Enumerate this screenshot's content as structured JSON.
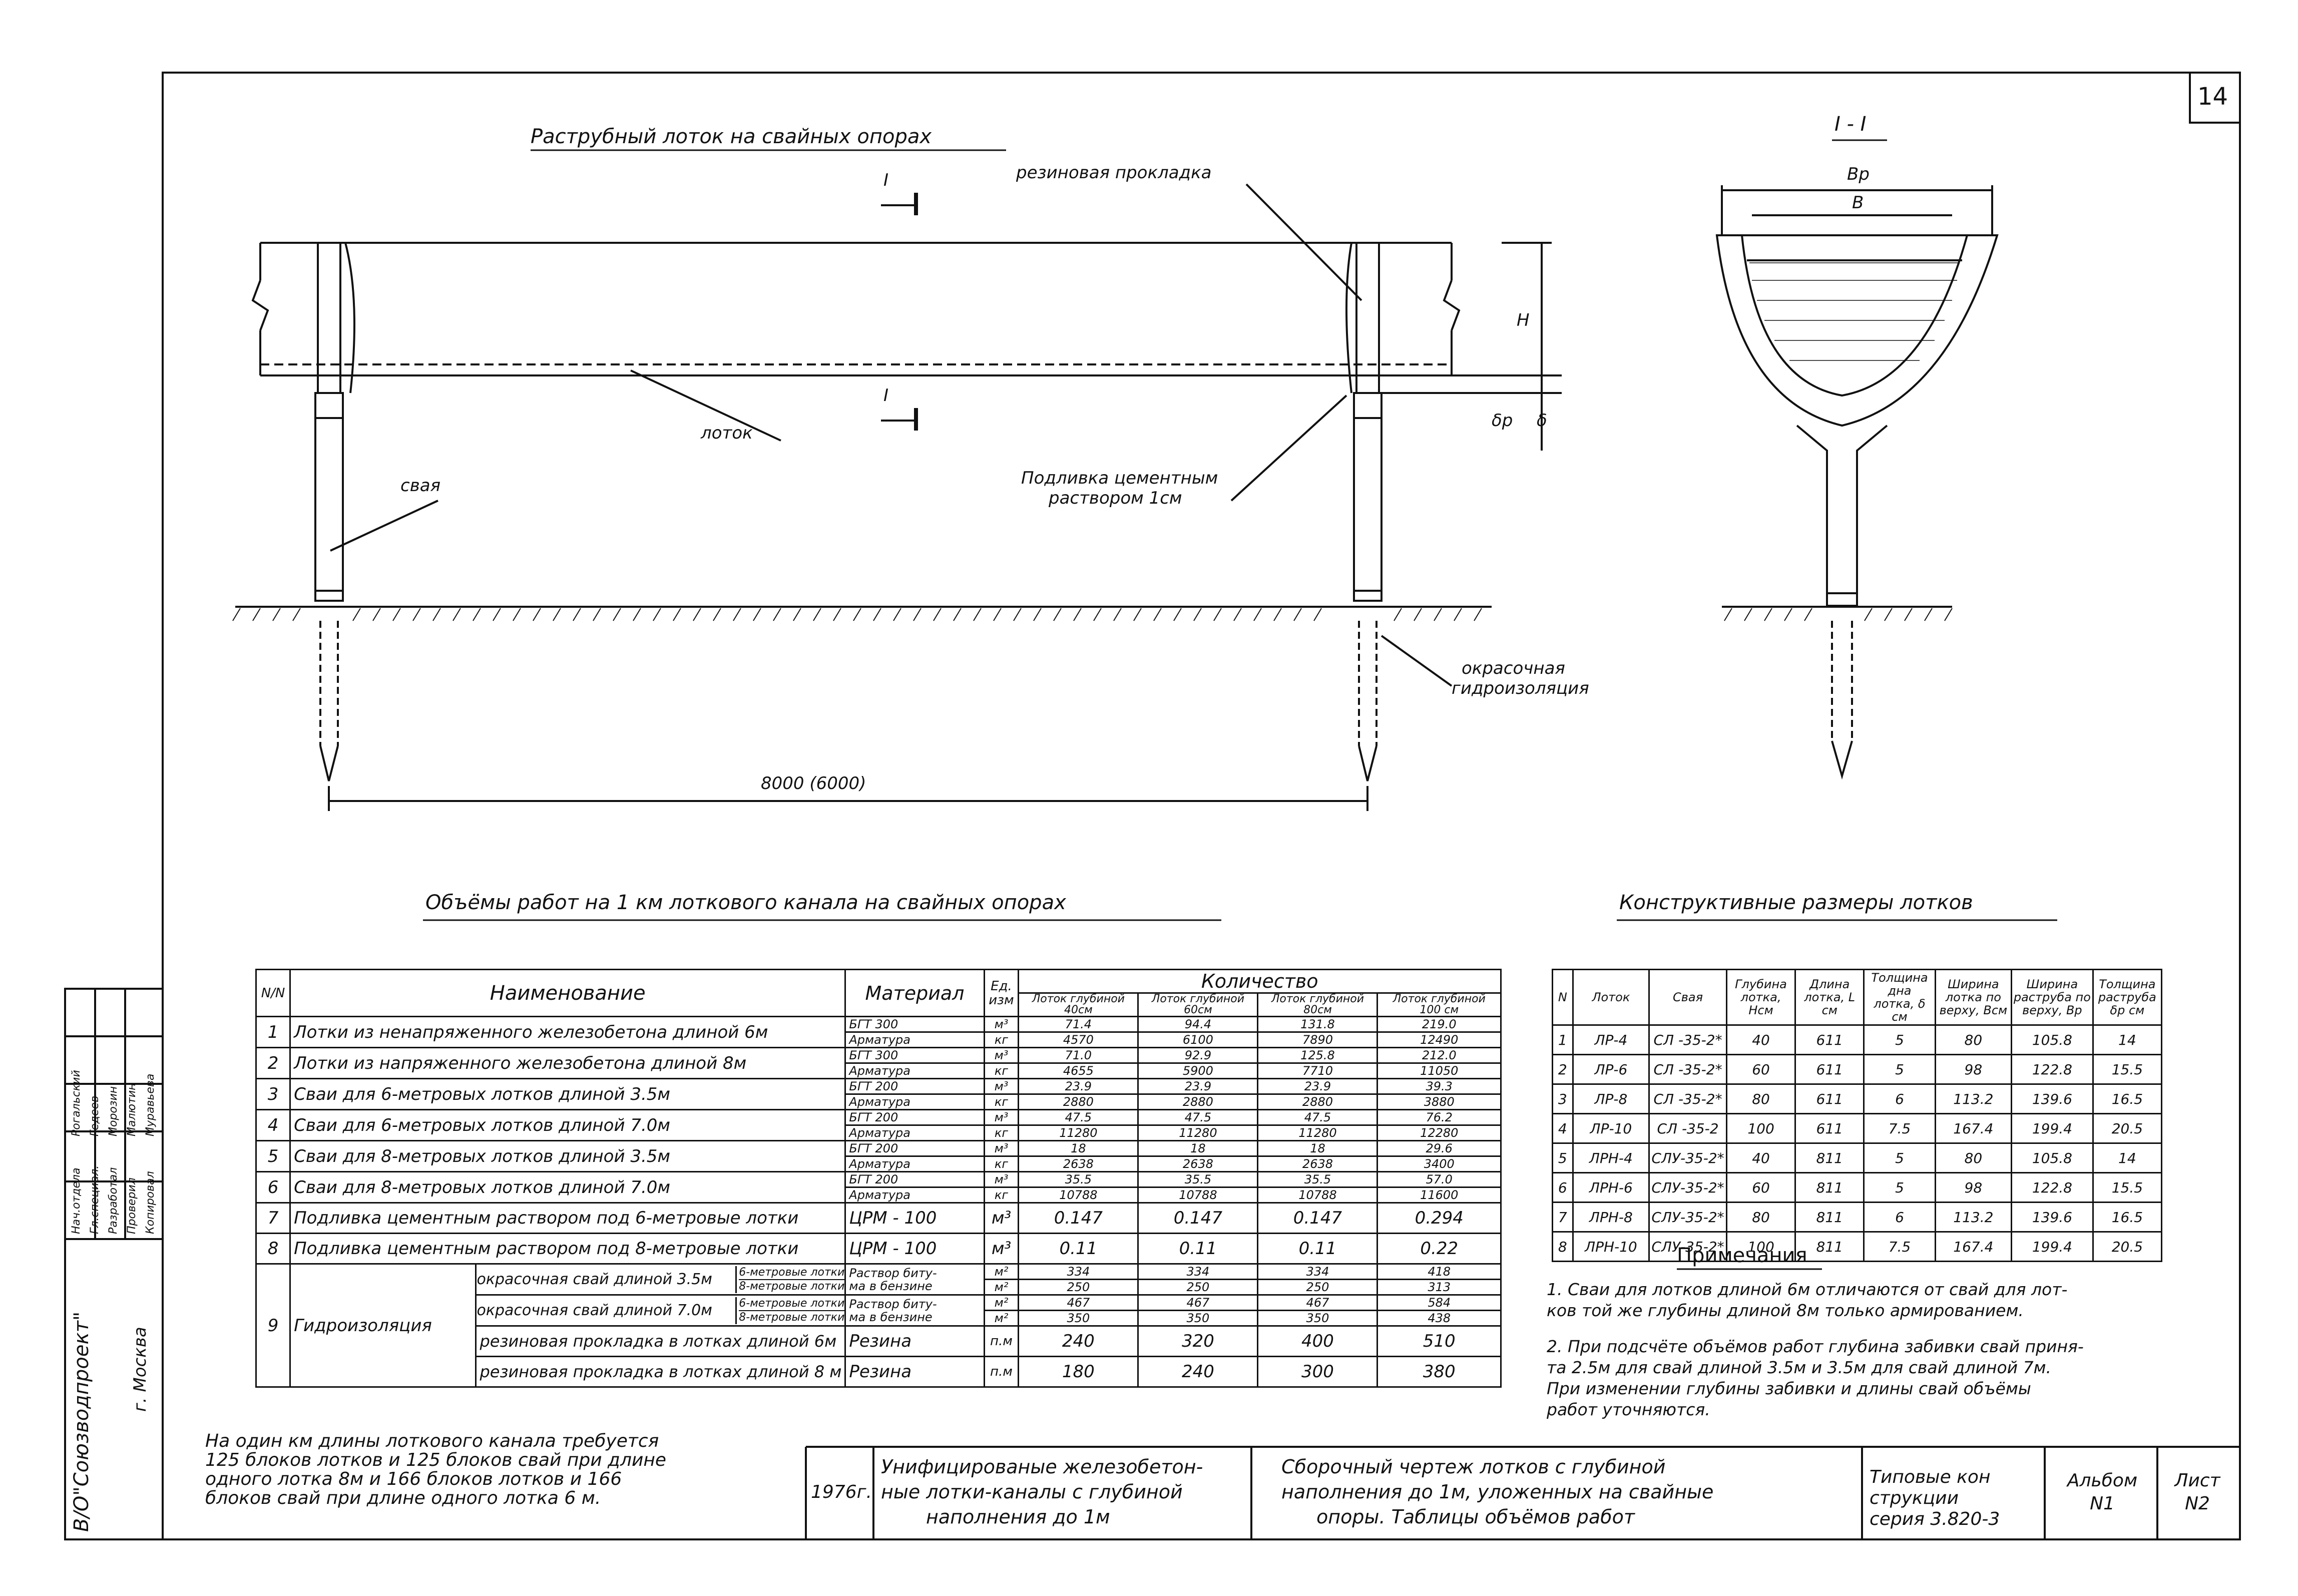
{
  "sheet_number": "14",
  "drawing": {
    "title": "Раструбный лоток на свайных опорах",
    "section_mark": "I",
    "labels": {
      "gasket": "резиновая прокладка",
      "tray": "лоток",
      "pile": "свая",
      "grout_line1": "Подливка цементным",
      "grout_line2": "раствором 1см",
      "paint_line1": "окрасочная",
      "paint_line2": "гидроизоляция",
      "span": "8000 (6000)",
      "H": "H",
      "delta_p": "δр",
      "delta": "δ"
    }
  },
  "section": {
    "title": "I - I",
    "Bp": "Вр",
    "B": "В"
  },
  "volumes": {
    "title": "Объёмы работ на 1 км лоткового канала на свайных опорах",
    "headers": {
      "num": "N/N",
      "name": "Наименование",
      "material": "Материал",
      "unit_1": "Ед.",
      "unit_2": "изм",
      "quantity": "Количество",
      "q1": "Лоток глубиной 40см",
      "q2": "Лоток глубиной 60см",
      "q3": "Лоток глубиной 80см",
      "q4": "Лоток глубиной 100 см"
    },
    "rows": [
      {
        "n": "1",
        "name": "Лотки из ненапряженного железобетона длиной 6м",
        "lines": [
          {
            "mat": "БГТ 300",
            "unit": "м³",
            "v": [
              "71.4",
              "94.4",
              "131.8",
              "219.0"
            ]
          },
          {
            "mat": "Арматура",
            "unit": "кг",
            "v": [
              "4570",
              "6100",
              "7890",
              "12490"
            ]
          }
        ]
      },
      {
        "n": "2",
        "name": "Лотки из напряженного железобетона длиной 8м",
        "lines": [
          {
            "mat": "БГТ 300",
            "unit": "м³",
            "v": [
              "71.0",
              "92.9",
              "125.8",
              "212.0"
            ]
          },
          {
            "mat": "Арматура",
            "unit": "кг",
            "v": [
              "4655",
              "5900",
              "7710",
              "11050"
            ]
          }
        ]
      },
      {
        "n": "3",
        "name": "Сваи для 6-метровых лотков длиной 3.5м",
        "lines": [
          {
            "mat": "БГТ 200",
            "unit": "м³",
            "v": [
              "23.9",
              "23.9",
              "23.9",
              "39.3"
            ]
          },
          {
            "mat": "Арматура",
            "unit": "кг",
            "v": [
              "2880",
              "2880",
              "2880",
              "3880"
            ]
          }
        ]
      },
      {
        "n": "4",
        "name": "Сваи для 6-метровых лотков длиной 7.0м",
        "lines": [
          {
            "mat": "БГТ 200",
            "unit": "м³",
            "v": [
              "47.5",
              "47.5",
              "47.5",
              "76.2"
            ]
          },
          {
            "mat": "Арматура",
            "unit": "кг",
            "v": [
              "11280",
              "11280",
              "11280",
              "12280"
            ]
          }
        ]
      },
      {
        "n": "5",
        "name": "Сваи для 8-метровых лотков длиной 3.5м",
        "lines": [
          {
            "mat": "БГТ 200",
            "unit": "м³",
            "v": [
              "18",
              "18",
              "18",
              "29.6"
            ]
          },
          {
            "mat": "Арматура",
            "unit": "кг",
            "v": [
              "2638",
              "2638",
              "2638",
              "3400"
            ]
          }
        ]
      },
      {
        "n": "6",
        "name": "Сваи для 8-метровых лотков длиной 7.0м",
        "lines": [
          {
            "mat": "БГТ 200",
            "unit": "м³",
            "v": [
              "35.5",
              "35.5",
              "35.5",
              "57.0"
            ]
          },
          {
            "mat": "Арматура",
            "unit": "кг",
            "v": [
              "10788",
              "10788",
              "10788",
              "11600"
            ]
          }
        ]
      },
      {
        "n": "7",
        "name": "Подливка цементным раствором под 6-метровые лотки",
        "lines": [
          {
            "mat": "ЦРМ - 100",
            "unit": "м³",
            "v": [
              "0.147",
              "0.147",
              "0.147",
              "0.294"
            ]
          }
        ]
      },
      {
        "n": "8",
        "name": "Подливка цементным раствором под 8-метровые лотки",
        "lines": [
          {
            "mat": "ЦРМ - 100",
            "unit": "м³",
            "v": [
              "0.11",
              "0.11",
              "0.11",
              "0.22"
            ]
          }
        ]
      }
    ],
    "hydro": {
      "n": "9",
      "name": "Гидроизоляция",
      "paint35": "окрасочная свай длиной 3.5м",
      "paint70": "окрасочная свай длиной 7.0м",
      "six": "6-метровые лотки",
      "eight": "8-метровые лотки",
      "mat_a": "Раствор биту-",
      "mat_b": "ма в бензине",
      "unit": "м²",
      "v35_6": [
        "334",
        "334",
        "334",
        "418"
      ],
      "v35_8": [
        "250",
        "250",
        "250",
        "313"
      ],
      "v70_6": [
        "467",
        "467",
        "467",
        "584"
      ],
      "v70_8": [
        "350",
        "350",
        "350",
        "438"
      ],
      "rubber6": "резиновая прокладка в лотках длиной 6м",
      "rubber8": "резиновая прокладка в лотках длиной 8 м",
      "rubber_mat": "Резина",
      "rubber_unit": "п.м",
      "r6": [
        "240",
        "320",
        "400",
        "510"
      ],
      "r8": [
        "180",
        "240",
        "300",
        "380"
      ]
    }
  },
  "dims": {
    "title": "Конструктивные размеры лотков",
    "headers": [
      "N",
      "Лоток",
      "Свая",
      "Глубина лотка, Нсм",
      "Длина лотка, L см",
      "Толщина дна лотка, δ см",
      "Ширина лотка по верху, Всм",
      "Ширина раструба по верху, Вр",
      "Толщина раструба δр см"
    ],
    "rows": [
      [
        "1",
        "ЛР-4",
        "СЛ -35-2*",
        "40",
        "611",
        "5",
        "80",
        "105.8",
        "14"
      ],
      [
        "2",
        "ЛР-6",
        "СЛ -35-2*",
        "60",
        "611",
        "5",
        "98",
        "122.8",
        "15.5"
      ],
      [
        "3",
        "ЛР-8",
        "СЛ -35-2*",
        "80",
        "611",
        "6",
        "113.2",
        "139.6",
        "16.5"
      ],
      [
        "4",
        "ЛР-10",
        "СЛ -35-2",
        "100",
        "611",
        "7.5",
        "167.4",
        "199.4",
        "20.5"
      ],
      [
        "5",
        "ЛРН-4",
        "СЛУ-35-2*",
        "40",
        "811",
        "5",
        "80",
        "105.8",
        "14"
      ],
      [
        "6",
        "ЛРН-6",
        "СЛУ-35-2*",
        "60",
        "811",
        "5",
        "98",
        "122.8",
        "15.5"
      ],
      [
        "7",
        "ЛРН-8",
        "СЛУ-35-2*",
        "80",
        "811",
        "6",
        "113.2",
        "139.6",
        "16.5"
      ],
      [
        "8",
        "ЛРН-10",
        "СЛУ-35-2*",
        "100",
        "811",
        "7.5",
        "167.4",
        "199.4",
        "20.5"
      ]
    ]
  },
  "notes": {
    "title": "Примечания",
    "n1_a": "1. Сваи для лотков длиной 6м отличаются от свай для лот-",
    "n1_b": "ков той же глубины длиной 8м только армированием.",
    "n2_a": "2. При подсчёте объёмов работ глубина забивки свай приня-",
    "n2_b": "та 2.5м для свай длиной 3.5м и 3.5м для свай длиной 7м.",
    "n2_c": "При изменении глубины забивки и длины свай объёмы",
    "n2_d": "работ уточняются."
  },
  "footnote": {
    "l1": "На один км длины лоткового канала требуется",
    "l2": "125 блоков лотков и 125 блоков свай при длине",
    "l3": "одного лотка 8м и 166 блоков лотков и 166",
    "l4": "блоков свай при длине одного лотка 6 м."
  },
  "title_block": {
    "year": "1976г.",
    "project_1": "Унифицированые железобетон-",
    "project_2": "ные лотки-каналы с глубиной",
    "project_3": "наполнения до 1м",
    "sheet_1": "Сборочный чертеж лотков с глубиной",
    "sheet_2": "наполнения до 1м, уложенных на свайные",
    "sheet_3": "опоры. Таблицы объёмов работ",
    "series_1": "Типовые кон",
    "series_2": "струкции",
    "series_3": "серия 3.820-3",
    "album_1": "Альбом",
    "album_2": "N1",
    "list_1": "Лист",
    "list_2": "N2"
  },
  "stamp": {
    "org": "В/О\"Союзводпроект\"",
    "city": "г. Москва",
    "roles": [
      "Нач.отдела",
      "Гл.специал.",
      "Разработал",
      "Проверил",
      "Копировал"
    ],
    "names": [
      "Рогальский",
      "Гедеев",
      "Морозин",
      "Малютин",
      "Муравьева"
    ]
  }
}
